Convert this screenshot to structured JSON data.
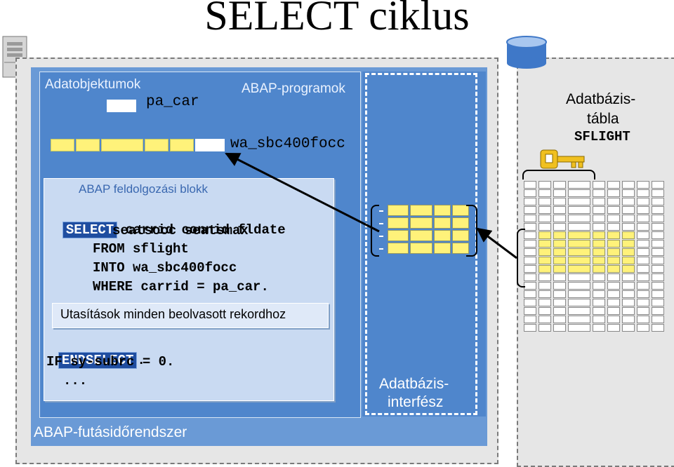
{
  "title": "SELECT ciklus",
  "runtime": {
    "label": "ABAP-futásidőrendszer"
  },
  "programs": {
    "label": "ABAP-programok",
    "data_objects_label": "Adatobjektumok",
    "pa_car": "pa_car",
    "wa_sbc400focc": "wa_sbc400focc"
  },
  "block": {
    "label": "ABAP feldolgozási blokk",
    "select_kw": "SELECT",
    "line1": " carrid connid fldate",
    "line2": "seatsocc seatsmax",
    "line3": "FROM sflight",
    "line4": "INTO wa_sbc400focc",
    "line5": "WHERE carrid = pa_car.",
    "instructions": "Utasítások minden beolvasott rekordhoz",
    "endselect_kw": "ENDSELECT",
    "endselect_dot": ".",
    "line6": "IF sy-subrc = 0.",
    "line7": "..."
  },
  "interface": {
    "label_line1": "Adatbázis-",
    "label_line2": "interfész"
  },
  "db_table": {
    "label_line1": "Adatbázis-",
    "label_line2": "tábla",
    "name": "SFLIGHT"
  },
  "icons": {
    "server": "server-icon",
    "database": "database-icon",
    "key": "key-icon"
  },
  "colors": {
    "accent_blue": "#4f86cc",
    "highlight_yellow": "#fff27a",
    "keyword_blue": "#1f4da0"
  }
}
